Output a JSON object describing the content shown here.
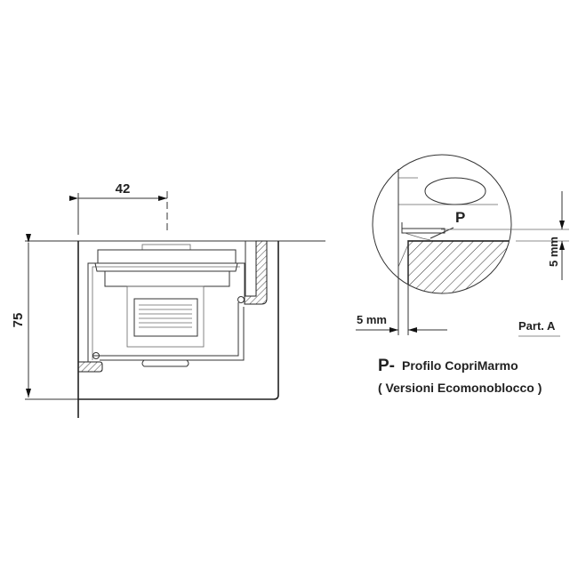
{
  "dimensions": {
    "width_label": "42",
    "height_label": "75",
    "detail_vertical_label": "5 mm",
    "detail_horizontal_label": "5 mm"
  },
  "detail": {
    "marker": "P",
    "title": "Part. A"
  },
  "legend": {
    "prefix": "P-",
    "line1": "Profilo CopriMarmo",
    "line2": "( Versioni Ecomonoblocco )"
  }
}
